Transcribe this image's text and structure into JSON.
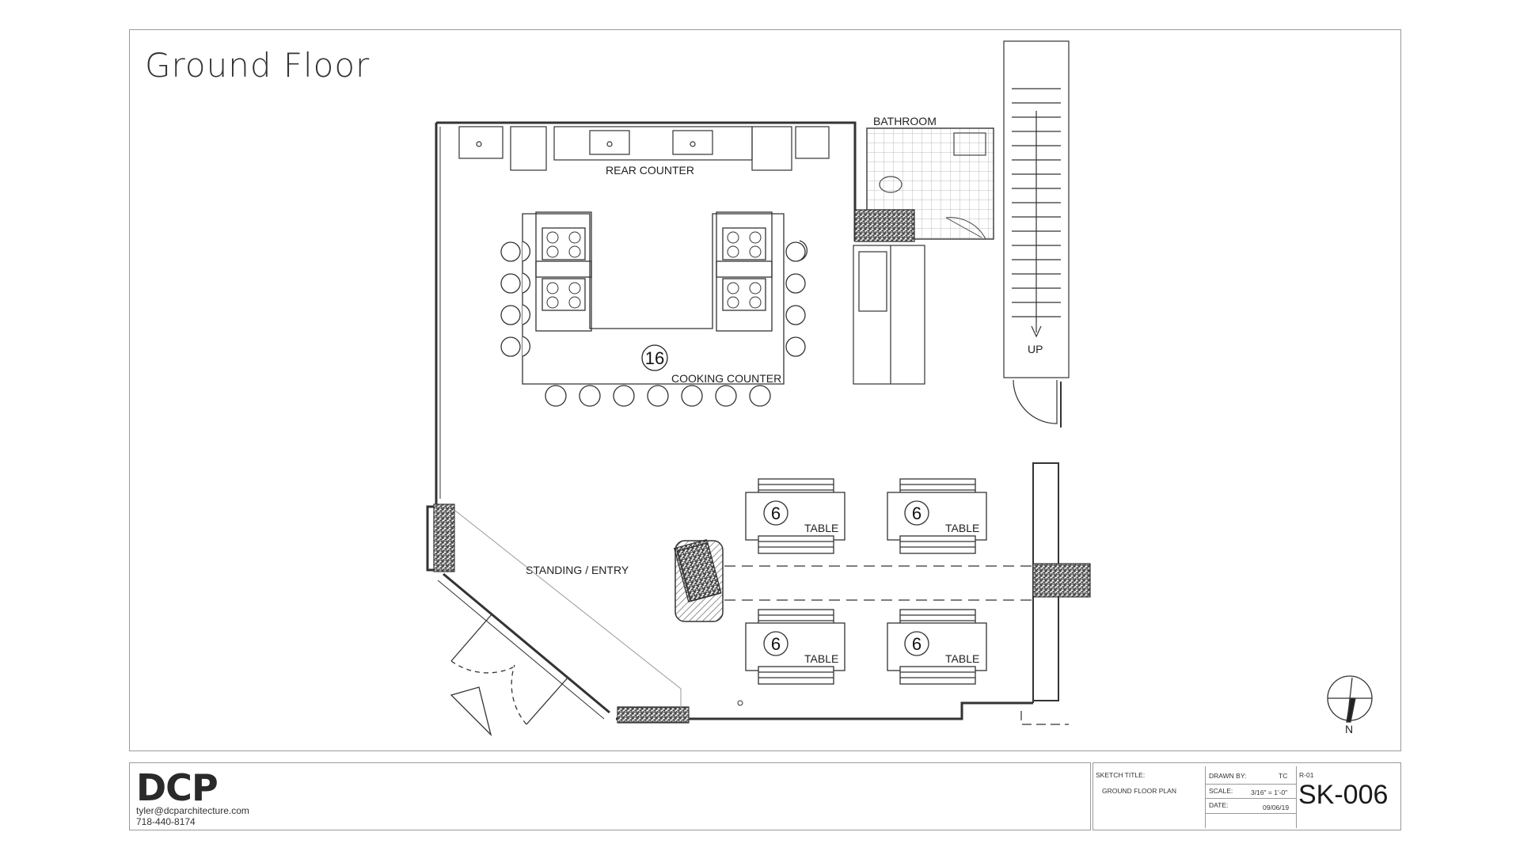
{
  "drawing": {
    "title": "Ground Floor",
    "labels": {
      "rear_counter": "REAR COUNTER",
      "bathroom": "BATHROOM",
      "cooking_counter": "COOKING COUNTER",
      "standing_entry": "STANDING / ENTRY",
      "up": "UP",
      "north": "N"
    },
    "cooking_counter_seats": "16",
    "tables": [
      {
        "seats": "6",
        "label": "TABLE"
      },
      {
        "seats": "6",
        "label": "TABLE"
      },
      {
        "seats": "6",
        "label": "TABLE"
      },
      {
        "seats": "6",
        "label": "TABLE"
      }
    ]
  },
  "title_block": {
    "logo": "DCP",
    "email": "tyler@dcparchitecture.com",
    "phone": "718-440-8174",
    "sketch_title_label": "SKETCH TITLE:",
    "sketch_title_value": "GROUND FLOOR PLAN",
    "drawn_by_label": "DRAWN BY:",
    "drawn_by_value": "TC",
    "scale_label": "SCALE:",
    "scale_value": "3/16\" = 1'-0\"",
    "date_label": "DATE:",
    "date_value": "09/06/19",
    "revision": "R-01",
    "sheet_number": "SK-006"
  }
}
